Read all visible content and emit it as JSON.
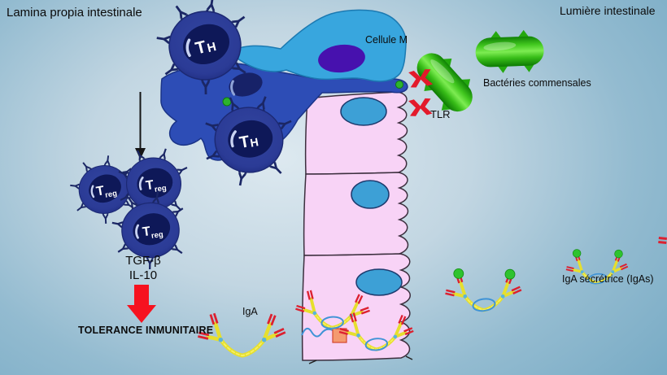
{
  "scene": {
    "left_region_label": "Lamina propia intestinale",
    "right_region_label": "Lumière intestinale"
  },
  "labels": {
    "m_cell": "Cellule M",
    "commensal_bacteria": "Bactéries commensales",
    "tlr": "TLR",
    "cytokine_tgfb": "TGF-β",
    "cytokine_il10": "IL-10",
    "outcome": "TOLERANCE INMUNITAIRE",
    "iga": "IgA",
    "secretory_iga": "IgA sécrétrice (IgAs)"
  },
  "cells": {
    "th": {
      "main": "T",
      "sub": "H"
    },
    "treg": {
      "main": "T",
      "sub": "reg"
    }
  },
  "colors": {
    "background_center": "#dde9f0",
    "background_edge": "#78abc5",
    "m_cell": "#38a6de",
    "m_cell_nucleus": "#4711ae",
    "dendritic_cell": "#2d4db6",
    "lymphocyte_body": "#2b3c9c",
    "lymphocyte_nucleus": "#0e1858",
    "epithelial_cell": "#f8d3f6",
    "epithelial_nucleus": "#3da0d6",
    "bacterium_green": "#2db31c",
    "tlr_red": "#e31a2b",
    "iga_chain_yellow": "#e6df2e",
    "iga_tip_red": "#dc2030",
    "antigen_green": "#2ec32e",
    "secretory_component_blue": "#3f93d6",
    "arrow_red": "#f6121f",
    "text_black": "#0b0b0b"
  }
}
